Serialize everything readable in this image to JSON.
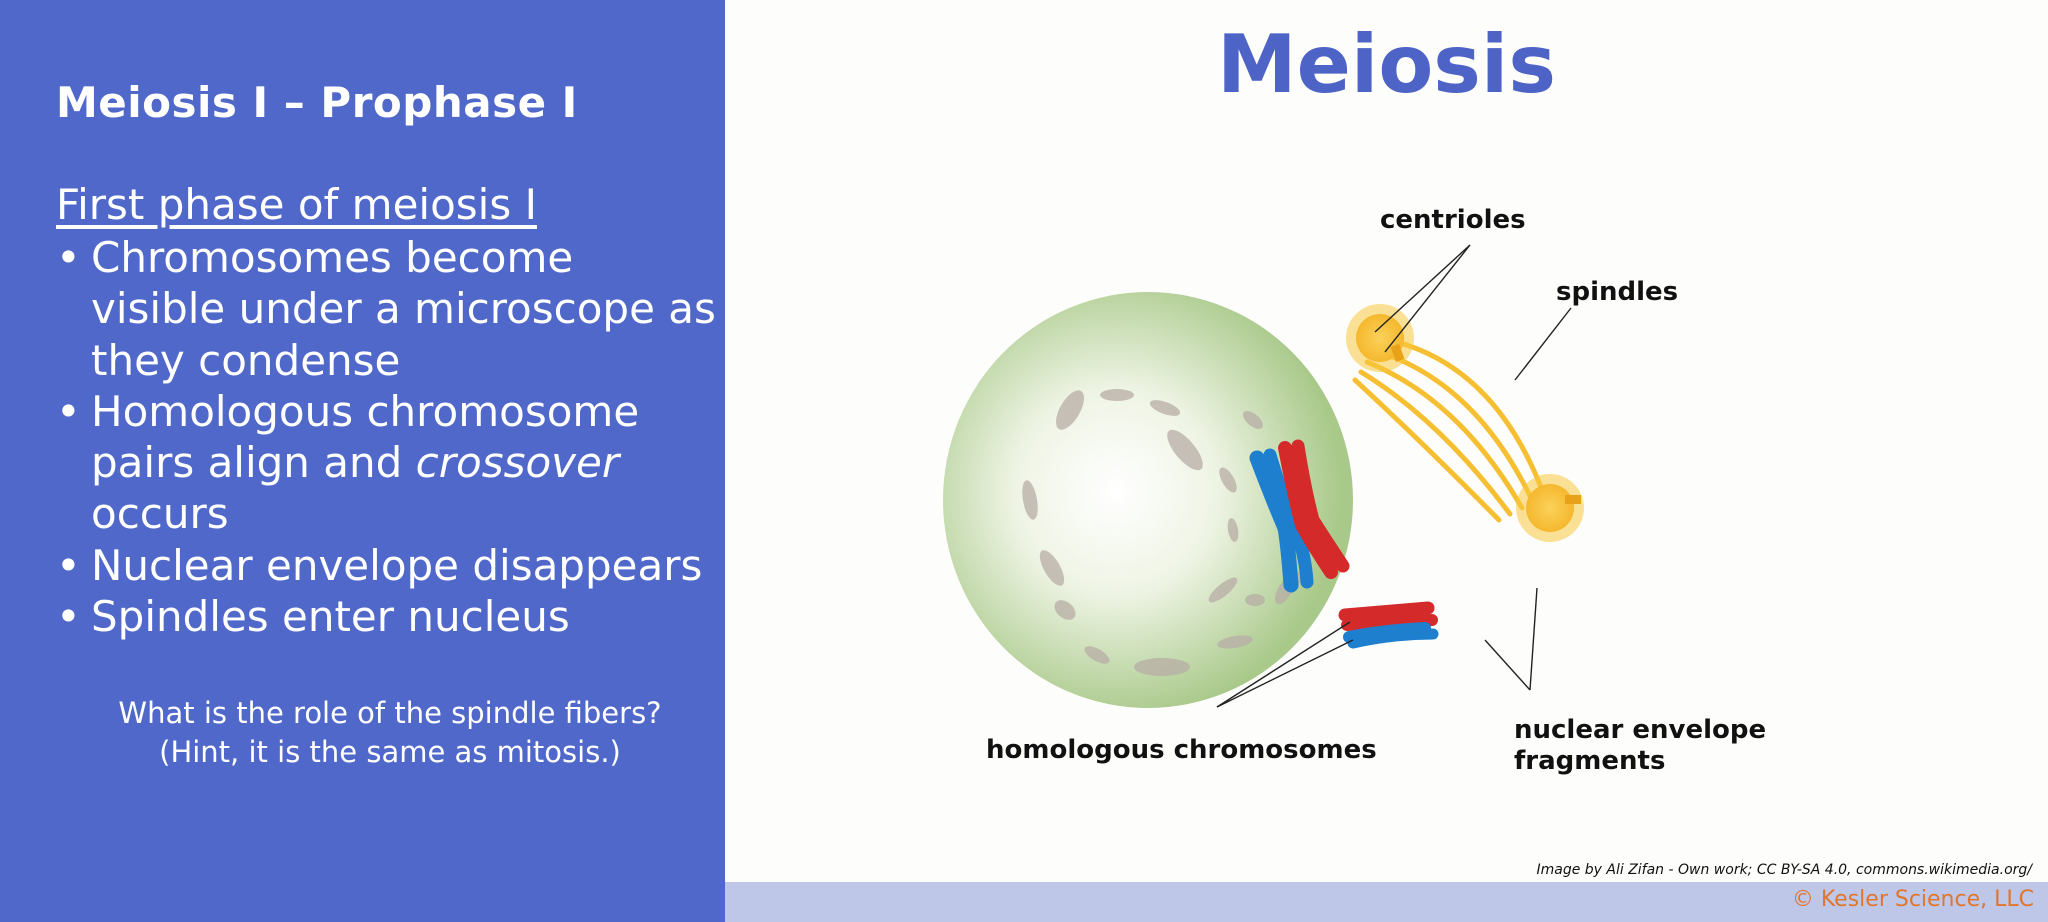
{
  "left": {
    "title": "Meiosis I – Prophase I",
    "subheading": "First phase of meiosis I",
    "bullets": [
      {
        "text": "Chromosomes become visible under a microscope as they condense"
      },
      {
        "pre": "Homologous chromosome pairs align and ",
        "em": "crossover",
        "post": " occurs"
      },
      {
        "text": "Nuclear envelope disappears"
      },
      {
        "text": "Spindles enter nucleus"
      }
    ],
    "bullet_symbol": "•",
    "question_line1": "What is the role of the spindle fibers?",
    "question_line2": "(Hint, it is the same as mitosis.)"
  },
  "slide_title": "Meiosis",
  "diagram": {
    "labels": {
      "centrioles": "centrioles",
      "spindles": "spindles",
      "homologous": "homologous chromosomes",
      "nuclear_1": "nuclear envelope",
      "nuclear_2": "fragments"
    },
    "colors": {
      "cell": "#a9c98a",
      "cell_center": "#ffffff",
      "fragments": "#b8ada6",
      "spindle": "#f6bf32",
      "chromosome_red": "#d42a2a",
      "chromosome_blue": "#1e7fcf"
    }
  },
  "credit": "Image by Ali Zifan - Own work; CC BY-SA 4.0, commons.wikimedia.org/",
  "copyright": "© Kesler Science, LLC",
  "colors": {
    "left_panel": "#5068c9",
    "title": "#4d63c6",
    "footer": "#bfc7e9",
    "copyright": "#e0762c"
  }
}
